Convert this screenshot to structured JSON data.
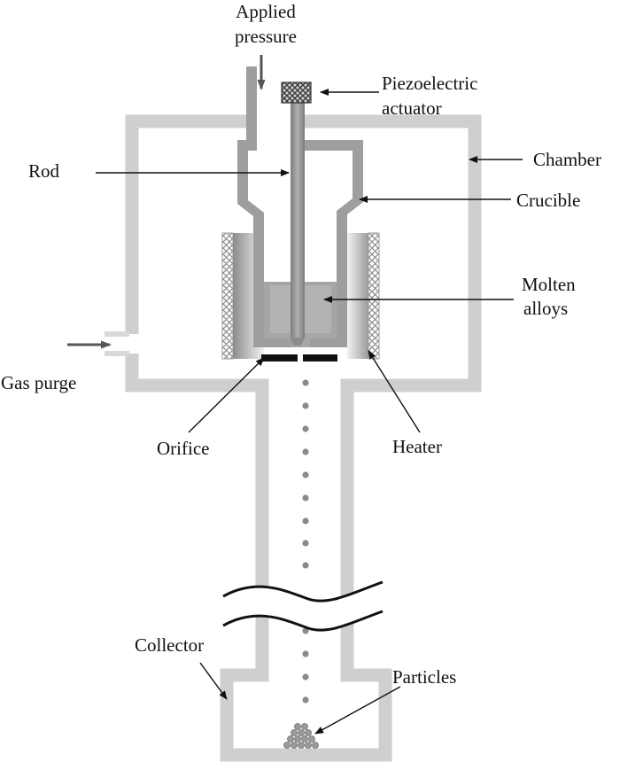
{
  "labels": {
    "applied_pressure_1": "Applied",
    "applied_pressure_2": "pressure",
    "piezo_1": "Piezoelectric",
    "piezo_2": "actuator",
    "rod": "Rod",
    "chamber": "Chamber",
    "crucible": "Crucible",
    "molten_1": "Molten",
    "molten_2": "alloys",
    "gas_purge": "Gas purge",
    "orifice": "Orifice",
    "heater": "Heater",
    "collector": "Collector",
    "particles": "Particles"
  },
  "colors": {
    "chamber_wall": "#cfcfcf",
    "crucible_wall": "#9a9a9a",
    "molten": "#a3a3a3",
    "rod": "#8c8c8c",
    "heater_fill": "#b5b5b5",
    "droplet": "#8a8a8a",
    "arrow_dark": "#555555",
    "text": "#111111"
  }
}
